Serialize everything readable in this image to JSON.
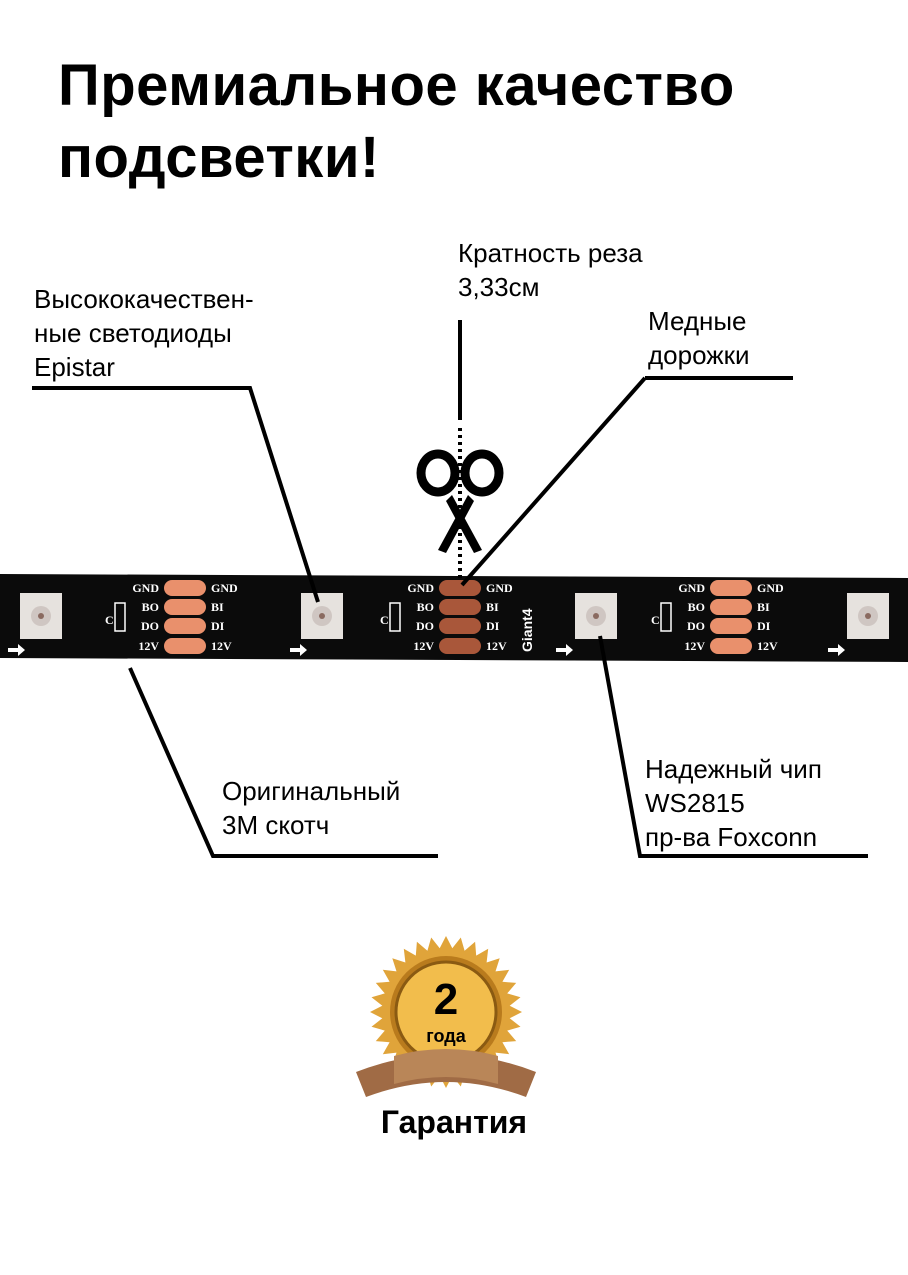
{
  "title": [
    "Премиальное качество",
    "подсветки!"
  ],
  "callouts": {
    "leds": [
      "Высококачествен-",
      "ные светодиоды",
      "Epistar"
    ],
    "cut": [
      "Кратность реза",
      "3,33см"
    ],
    "copper": [
      "Медные",
      "дорожки"
    ],
    "tape": [
      "Оригинальный",
      "3M скотч"
    ],
    "chip": [
      "Надежный чип",
      "WS2815",
      "пр-ва Foxconn"
    ]
  },
  "strip": {
    "left_pins": [
      "GND",
      "BO",
      "DO",
      "12V"
    ],
    "right_pins": [
      "GND",
      "BI",
      "DI",
      "12V"
    ],
    "capacitor_label": "C",
    "brand": "Giant4",
    "colors": {
      "strip": "#0b0b0b",
      "pad": "#e9906c",
      "pad_center": "#a9573a",
      "led": "#e6e2de"
    }
  },
  "badge": {
    "number": "2",
    "unit": "года",
    "caption": "Гарантия"
  }
}
